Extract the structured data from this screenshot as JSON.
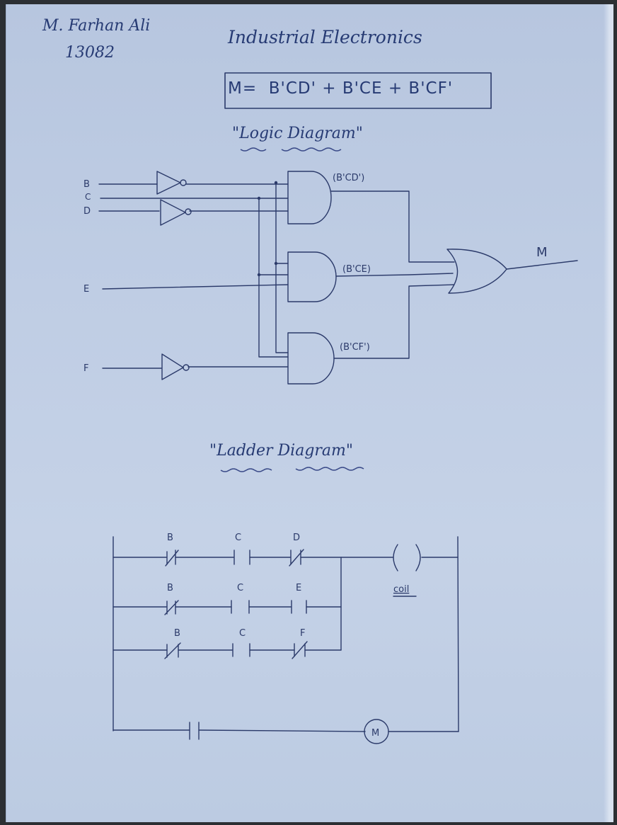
{
  "header": {
    "author_name": "M. Farhan Ali",
    "author_id": "13082",
    "course_title": "Industrial Electronics",
    "equation": "M=  B'CD' + B'CE + B'CF'"
  },
  "logic_diagram": {
    "title": "\"Logic Diagram\"",
    "inputs": [
      "B",
      "C",
      "D",
      "E",
      "F"
    ],
    "and_gate_labels": [
      "(B'CD')",
      "(B'CE)",
      "(B'CF')"
    ],
    "output_label": "M"
  },
  "ladder_diagram": {
    "title": "\"Ladder Diagram\"",
    "rung1_labels": [
      "B",
      "C",
      "D"
    ],
    "rung2_labels": [
      "B",
      "C",
      "E"
    ],
    "rung3_labels": [
      "B",
      "C",
      "F"
    ],
    "coil_label": "coil",
    "motor_label": "M"
  },
  "colors": {
    "paper": "#c0cee5",
    "ink": "#2b3a6a"
  }
}
